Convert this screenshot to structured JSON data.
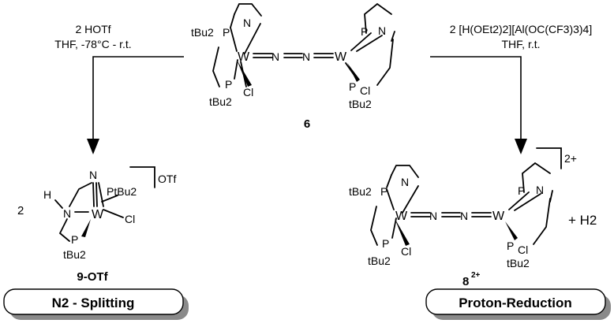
{
  "left_reaction": {
    "reagent": "2 HOTf",
    "conditions": "THF, -78°C - r.t."
  },
  "right_reaction": {
    "reagent": "2 [H(OEt2)2][Al(OC(CF3)3)4]",
    "conditions": "THF, r.t."
  },
  "starting_complex": {
    "label": "6",
    "metal": "W",
    "ligand_atoms": {
      "n": "N",
      "p": "P",
      "cl": "Cl",
      "tbu": "tBu2"
    }
  },
  "product_left": {
    "coefficient": "2",
    "label": "9-OTf",
    "counterion": "OTf",
    "atoms": {
      "h": "H",
      "n": "N",
      "w": "W",
      "cl": "Cl",
      "p": "P",
      "tbu": "tBu2",
      "p_tbu": "PtBu2"
    }
  },
  "product_right": {
    "label": "8",
    "label_charge": "2+",
    "charge": "2+",
    "byproduct": "+ H2"
  },
  "boxes": {
    "left": "N2 - Splitting",
    "right": "Proton-Reduction"
  }
}
